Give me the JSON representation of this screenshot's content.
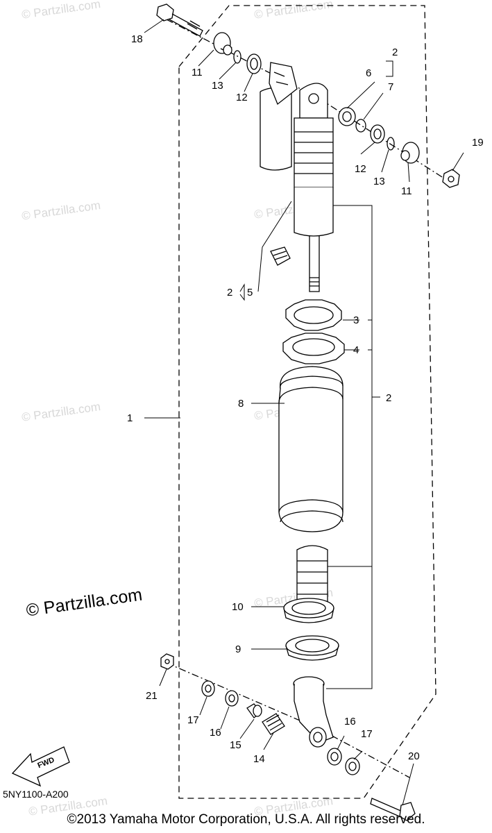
{
  "watermark": "© Partzilla.com",
  "main_watermark": "© Partzilla.com",
  "diagram_code": "5NY1100-A200",
  "fwd_label": "FWD",
  "copyright": "©2013 Yamaha Motor Corporation, U.S.A. All rights reserved.",
  "callouts": {
    "c1": "1",
    "c2_top": "2",
    "c2_mid": "2",
    "c2_left": "2",
    "c3": "3",
    "c4": "4",
    "c5": "5",
    "c6": "6",
    "c7": "7",
    "c8": "8",
    "c9": "9",
    "c10": "10",
    "c11_top": "11",
    "c11_right": "11",
    "c12_top": "12",
    "c12_right": "12",
    "c13_top": "13",
    "c13_right": "13",
    "c14": "14",
    "c15": "15",
    "c16_left": "16",
    "c16_right": "16",
    "c17_left": "17",
    "c17_right": "17",
    "c18": "18",
    "c19": "19",
    "c20": "20",
    "c21": "21"
  }
}
